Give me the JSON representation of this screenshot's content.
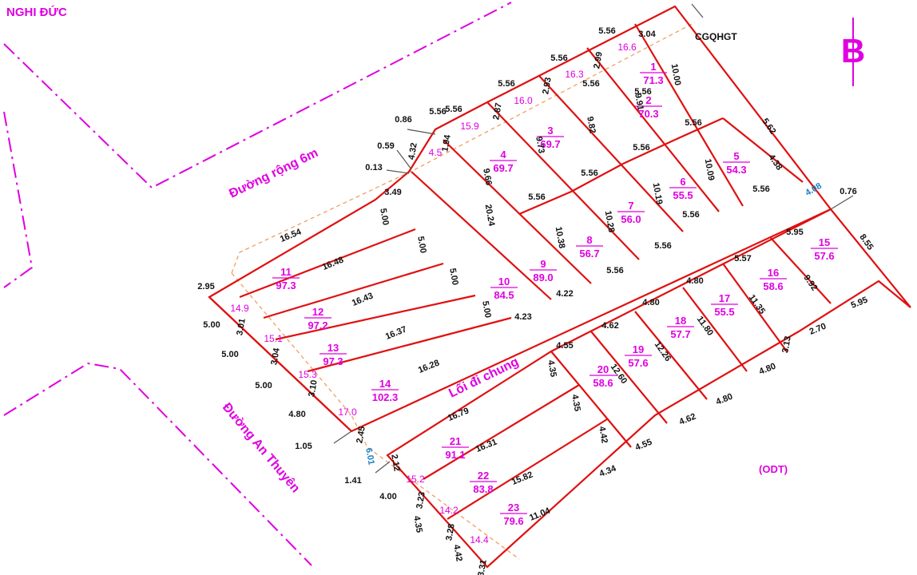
{
  "place_name": "NGHI ĐỨC",
  "north_mark": "B",
  "road_top": "Đường rộng 6m",
  "road_left": "Đường An Thuyên",
  "common_path": "Lối đi chung",
  "zone_code": "(ODT)",
  "cgqhgt": "CGQHGT",
  "colors": {
    "lot_lines": "#e01010",
    "road_lines": "#e000e0",
    "labels": "#e000e0",
    "dimensions": "#111111",
    "setback_line": "#f0a060"
  },
  "lots": [
    {
      "no": "1",
      "area": "71.3"
    },
    {
      "no": "2",
      "area": "70.3"
    },
    {
      "no": "3",
      "area": "69.7"
    },
    {
      "no": "4",
      "area": "69.7"
    },
    {
      "no": "5",
      "area": "54.3"
    },
    {
      "no": "6",
      "area": "55.5"
    },
    {
      "no": "7",
      "area": "56.0"
    },
    {
      "no": "8",
      "area": "56.7"
    },
    {
      "no": "9",
      "area": "89.0"
    },
    {
      "no": "10",
      "area": "84.5"
    },
    {
      "no": "11",
      "area": "97.3"
    },
    {
      "no": "12",
      "area": "97.2"
    },
    {
      "no": "13",
      "area": "97.3"
    },
    {
      "no": "14",
      "area": "102.3"
    },
    {
      "no": "15",
      "area": "57.6"
    },
    {
      "no": "16",
      "area": "58.6"
    },
    {
      "no": "17",
      "area": "55.5"
    },
    {
      "no": "18",
      "area": "57.7"
    },
    {
      "no": "19",
      "area": "57.6"
    },
    {
      "no": "20",
      "area": "58.6"
    },
    {
      "no": "21",
      "area": "91.1"
    },
    {
      "no": "22",
      "area": "83.8"
    },
    {
      "no": "23",
      "area": "79.6"
    }
  ],
  "dims_black": [
    "5.56",
    "3.04",
    "5.56",
    "2.99",
    "5.56",
    "2.93",
    "5.56",
    "2.87",
    "5.56",
    "1.94",
    "0.86",
    "0.59",
    "4.32",
    "0.13",
    "3.49",
    "10.00",
    "9.91",
    "9.82",
    "9.73",
    "9.66",
    "5.56",
    "5.62",
    "4.38",
    "5.56",
    "5.56",
    "10.09",
    "5.56",
    "5.56",
    "10.19",
    "5.56",
    "5.56",
    "0.76",
    "10.28",
    "5.56",
    "10.38",
    "5.56",
    "20.24",
    "5.00",
    "5.00",
    "5.00",
    "5.00",
    "16.54",
    "16.48",
    "16.43",
    "16.37",
    "16.28",
    "2.95",
    "5.00",
    "3.01",
    "5.00",
    "3.04",
    "5.00",
    "3.10",
    "4.80",
    "2.45",
    "1.05",
    "4.23",
    "4.22",
    "5.56",
    "5.95",
    "8.55",
    "5.57",
    "9.92",
    "4.80",
    "11.35",
    "4.80",
    "11.80",
    "4.62",
    "12.26",
    "4.55",
    "12.60",
    "4.35",
    "16.79",
    "4.35",
    "4.42",
    "16.31",
    "2.12",
    "1.41",
    "4.00",
    "3.23",
    "15.82",
    "4.35",
    "3.28",
    "4.42",
    "3.31",
    "11.04",
    "4.34",
    "4.55",
    "4.62",
    "4.80",
    "4.80",
    "3.13",
    "2.70",
    "5.95"
  ],
  "dims_magenta": [
    "16.6",
    "16.3",
    "16.0",
    "15.9",
    "4.5",
    "14.9",
    "15.1",
    "15.3",
    "17.0",
    "15.2",
    "14.2",
    "14.4"
  ],
  "dims_blue": [
    "4.08",
    "6.01"
  ]
}
